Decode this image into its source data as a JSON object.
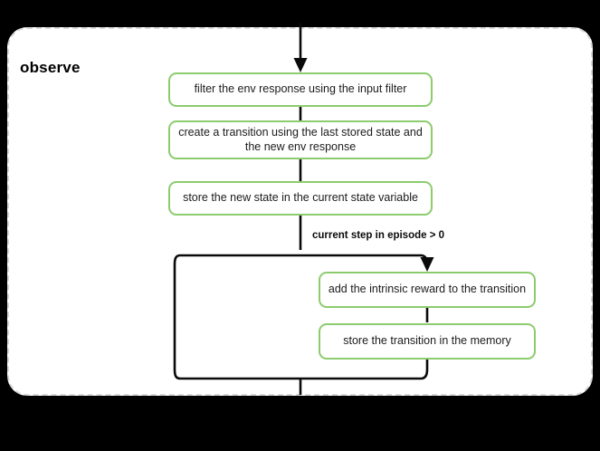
{
  "diagram": {
    "type": "flowchart",
    "background_color": "#000000",
    "group": {
      "title": "observe",
      "border_style": "dashed",
      "border_color": "#d8d8d8",
      "fill_color": "#ffffff"
    },
    "node_style": {
      "border_color": "#8ccc6e",
      "fill_color": "#ffffff",
      "text_color": "#1b1b1b"
    },
    "edge_color": "#0a0a0a",
    "nodes": [
      {
        "id": "filter-env-response",
        "label": "filter the env response using the input filter"
      },
      {
        "id": "create-transition",
        "label": "create a transition using the last stored state and the new env response"
      },
      {
        "id": "store-new-state",
        "label": "store the new state in the current state variable"
      },
      {
        "id": "add-intrinsic-reward",
        "label": "add the intrinsic reward to the transition"
      },
      {
        "id": "store-transition-memory",
        "label": "store the transition in the memory"
      }
    ],
    "edges": [
      {
        "id": "entry-arrow",
        "from": "top-boundary",
        "to": "filter-env-response",
        "label": ""
      },
      {
        "id": "branch-edge",
        "from": "store-new-state",
        "to": "add-intrinsic-reward",
        "label": "current step in episode > 0"
      },
      {
        "id": "bypass-edge",
        "from": "store-new-state",
        "to": "merge-point",
        "label": ""
      },
      {
        "id": "merge-edge",
        "from": "store-transition-memory",
        "to": "merge-point",
        "label": ""
      }
    ]
  }
}
